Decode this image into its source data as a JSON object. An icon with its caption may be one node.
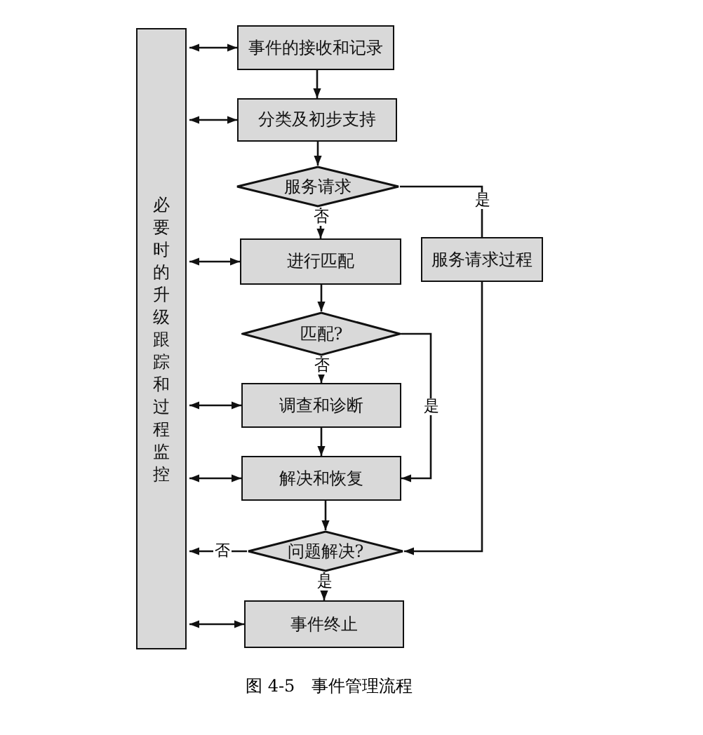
{
  "diagram": {
    "caption": "图 4-5　事件管理流程",
    "nodes": [
      {
        "text": [
          "必要时的升级跟踪和过程监控"
        ]
      },
      {
        "text": [
          "事件的接收和记录"
        ]
      },
      {
        "text": [
          "分类及初步支持"
        ]
      },
      {
        "text": [
          "服务请求"
        ]
      },
      {
        "text": [
          "进行匹配"
        ]
      },
      {
        "text": [
          "服务请求过程"
        ]
      },
      {
        "text": [
          "匹配?"
        ]
      },
      {
        "text": [
          "调查和诊断"
        ]
      },
      {
        "text": [
          "解决和恢复"
        ]
      },
      {
        "text": [
          "问题解决?"
        ]
      },
      {
        "text": [
          "事件终止"
        ]
      }
    ],
    "edges": [
      {
        "from": 0,
        "to": 1,
        "arrow": "both"
      },
      {
        "from": 1,
        "to": 2,
        "arrow": "to"
      },
      {
        "from": 0,
        "to": 2,
        "arrow": "both"
      },
      {
        "from": 2,
        "to": 3,
        "arrow": "to"
      },
      {
        "from": 3,
        "to": 4,
        "arrow": "to",
        "label": "否"
      },
      {
        "from": 3,
        "to": 5,
        "arrow": "none",
        "label": "是"
      },
      {
        "from": 0,
        "to": 4,
        "arrow": "both"
      },
      {
        "from": 4,
        "to": 6,
        "arrow": "to"
      },
      {
        "from": 6,
        "to": 7,
        "arrow": "to",
        "label": "否"
      },
      {
        "from": 6,
        "to": 8,
        "arrow": "to",
        "label": "是"
      },
      {
        "from": 0,
        "to": 7,
        "arrow": "both"
      },
      {
        "from": 7,
        "to": 8,
        "arrow": "to"
      },
      {
        "from": 0,
        "to": 8,
        "arrow": "both"
      },
      {
        "from": 8,
        "to": 9,
        "arrow": "to"
      },
      {
        "from": 5,
        "to": 9,
        "arrow": "to"
      },
      {
        "from": 9,
        "to": 0,
        "arrow": "to",
        "label": "否"
      },
      {
        "from": 9,
        "to": 10,
        "arrow": "to",
        "label": "是"
      },
      {
        "from": 0,
        "to": 10,
        "arrow": "both"
      }
    ]
  }
}
